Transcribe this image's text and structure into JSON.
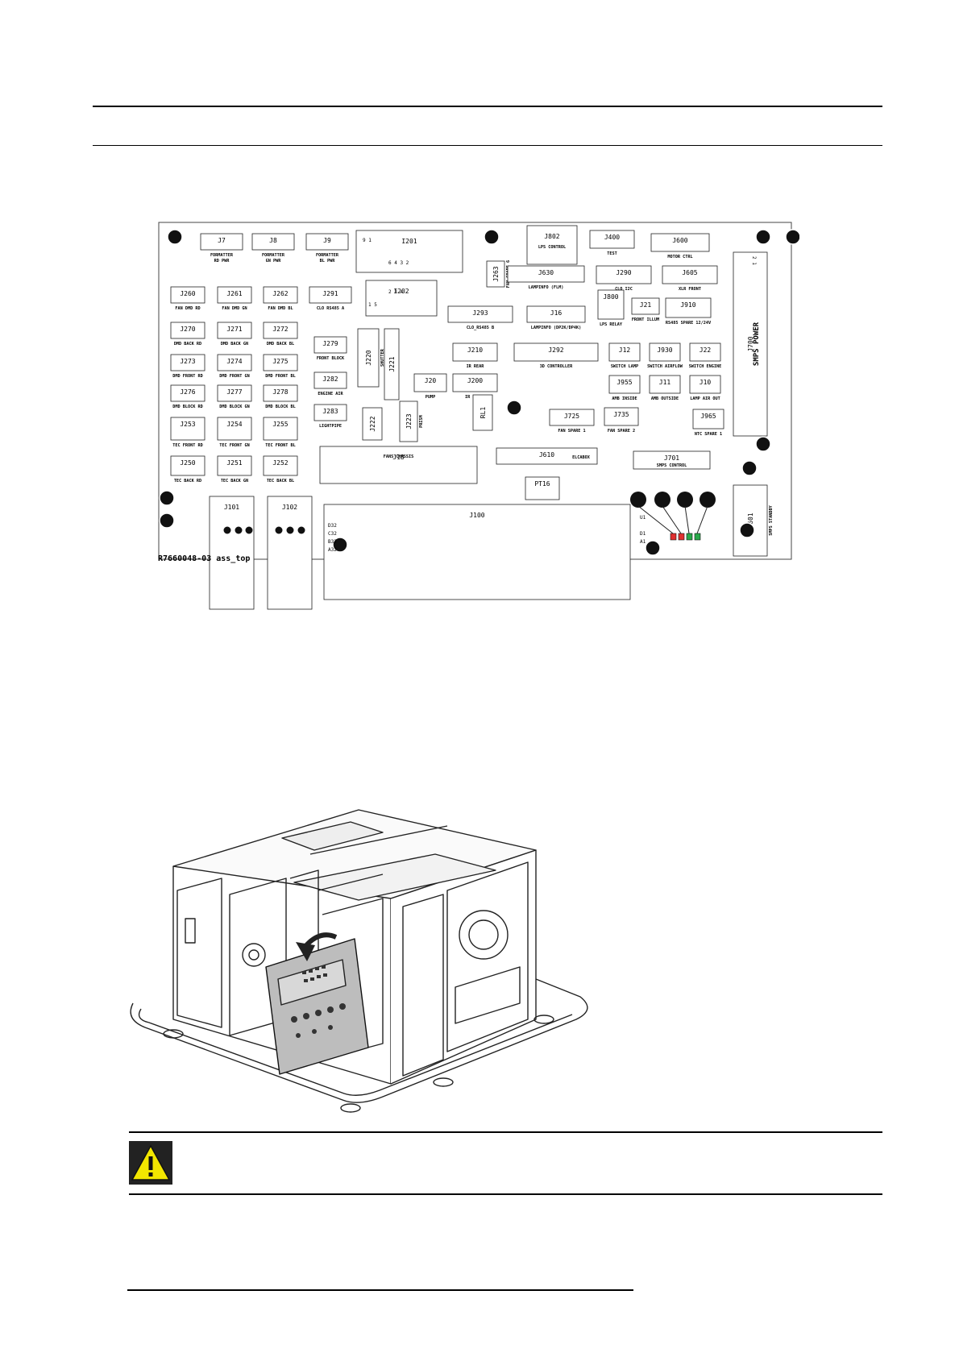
{
  "board": {
    "reference": "R7660048-03 ass_top",
    "connectors": [
      {
        "id": "J7",
        "label1": "FORMATTER",
        "label2": "RD PWR"
      },
      {
        "id": "J8",
        "label1": "FORMATTER",
        "label2": "GN PWR"
      },
      {
        "id": "J9",
        "label1": "FORMATTER",
        "label2": "BL PWR"
      },
      {
        "id": "I201",
        "label1": "",
        "label2": ""
      },
      {
        "id": "J802",
        "label1": "LPS CONTROL",
        "label2": ""
      },
      {
        "id": "J400",
        "label1": "TEST",
        "label2": ""
      },
      {
        "id": "J600",
        "label1": "MOTOR CTRL",
        "label2": ""
      },
      {
        "id": "J260",
        "label1": "FAN DMD RD",
        "label2": ""
      },
      {
        "id": "J261",
        "label1": "FAN DMD GN",
        "label2": ""
      },
      {
        "id": "J262",
        "label1": "FAN DMD BL",
        "label2": ""
      },
      {
        "id": "J291",
        "label1": "CLO RS485 A",
        "label2": ""
      },
      {
        "id": "I202",
        "label1": "",
        "label2": ""
      },
      {
        "id": "J263",
        "label1": "FAN SPARE 6",
        "label2": ""
      },
      {
        "id": "J630",
        "label1": "LAMPINFO (FLM)",
        "label2": ""
      },
      {
        "id": "J290",
        "label1": "CLO I2C",
        "label2": ""
      },
      {
        "id": "J605",
        "label1": "XLR FRONT",
        "label2": ""
      },
      {
        "id": "J700",
        "label1": "SMPS POWER",
        "label2": ""
      },
      {
        "id": "J270",
        "label1": "DMD BACK RD",
        "label2": ""
      },
      {
        "id": "J271",
        "label1": "DMD BACK GN",
        "label2": ""
      },
      {
        "id": "J272",
        "label1": "DMD BACK BL",
        "label2": ""
      },
      {
        "id": "J293",
        "label1": "CLO_RS485 B",
        "label2": ""
      },
      {
        "id": "J16",
        "label1": "LAMPINFO (DP2K/DP4K)",
        "label2": ""
      },
      {
        "id": "J800",
        "label1": "LPS RELAY",
        "label2": ""
      },
      {
        "id": "J21",
        "label1": "FRONT ILLUM",
        "label2": ""
      },
      {
        "id": "J910",
        "label1": "RS485 SPARE 12/24V",
        "label2": ""
      },
      {
        "id": "J273",
        "label1": "DMD FRONT RD",
        "label2": ""
      },
      {
        "id": "J274",
        "label1": "DMD FRONT GN",
        "label2": ""
      },
      {
        "id": "J275",
        "label1": "DMD FRONT BL",
        "label2": ""
      },
      {
        "id": "J279",
        "label1": "FRONT BLOCK",
        "label2": ""
      },
      {
        "id": "J220",
        "label1": "SHUTTER",
        "label2": ""
      },
      {
        "id": "J210",
        "label1": "IR REAR",
        "label2": ""
      },
      {
        "id": "J292",
        "label1": "3D CONTROLLER",
        "label2": ""
      },
      {
        "id": "J12",
        "label1": "SWITCH LAMP",
        "label2": ""
      },
      {
        "id": "J930",
        "label1": "SWITCH AIRFLOW",
        "label2": ""
      },
      {
        "id": "J22",
        "label1": "SWITCH ENGINE",
        "label2": ""
      },
      {
        "id": "J276",
        "label1": "DMD BLOCK RD",
        "label2": ""
      },
      {
        "id": "J277",
        "label1": "DMD BLOCK GN",
        "label2": ""
      },
      {
        "id": "J278",
        "label1": "DMD BLOCK BL",
        "label2": ""
      },
      {
        "id": "J282",
        "label1": "ENGINE AIR",
        "label2": ""
      },
      {
        "id": "J221",
        "label1": "",
        "label2": ""
      },
      {
        "id": "J20",
        "label1": "PUMP",
        "label2": ""
      },
      {
        "id": "J200",
        "label1": "IR FRONT",
        "label2": ""
      },
      {
        "id": "J955",
        "label1": "AMB INSIDE",
        "label2": ""
      },
      {
        "id": "J11",
        "label1": "AMB OUTSIDE",
        "label2": ""
      },
      {
        "id": "J10",
        "label1": "LAMP AIR OUT",
        "label2": ""
      },
      {
        "id": "J253",
        "label1": "TEC FRONT RD",
        "label2": ""
      },
      {
        "id": "J254",
        "label1": "TEC FRONT GN",
        "label2": ""
      },
      {
        "id": "J255",
        "label1": "TEC FRONT BL",
        "label2": ""
      },
      {
        "id": "J283",
        "label1": "LIGHTPIPE",
        "label2": ""
      },
      {
        "id": "J222",
        "label1": "",
        "label2": ""
      },
      {
        "id": "J223",
        "label1": "PRISM",
        "label2": ""
      },
      {
        "id": "RL1",
        "label1": "",
        "label2": ""
      },
      {
        "id": "J725",
        "label1": "FAN SPARE 1",
        "label2": ""
      },
      {
        "id": "J735",
        "label1": "FAN SPARE 2",
        "label2": ""
      },
      {
        "id": "J965",
        "label1": "NTC SPARE 1",
        "label2": ""
      },
      {
        "id": "J18",
        "label1": "FANS CHASSIS",
        "label2": ""
      },
      {
        "id": "J610",
        "label1": "ELCABOX",
        "label2": ""
      },
      {
        "id": "J701",
        "label1": "SMPS CONTROL",
        "label2": ""
      },
      {
        "id": "J250",
        "label1": "TEC BACK RD",
        "label2": ""
      },
      {
        "id": "J251",
        "label1": "TEC BACK GN",
        "label2": ""
      },
      {
        "id": "J252",
        "label1": "TEC BACK BL",
        "label2": ""
      },
      {
        "id": "PT16",
        "label1": "",
        "label2": ""
      },
      {
        "id": "J601",
        "label1": "SMPS STANDBY",
        "label2": ""
      },
      {
        "id": "J101",
        "label1": "",
        "label2": ""
      },
      {
        "id": "J102",
        "label1": "",
        "label2": ""
      },
      {
        "id": "J100",
        "label1": "",
        "label2": ""
      }
    ],
    "small_marks": {
      "d32": "D32",
      "c32": "C32",
      "b32": "B32",
      "a32": "A32",
      "u1": "U1",
      "d1": "D1",
      "a1": "A1",
      "pins_i201": "9   1",
      "pins_i201b": "6 4 3 2",
      "pins_i202": "2  3  4",
      "pins_i202b": "1          5",
      "j700_pins": "2      1"
    },
    "led_colors": [
      "#e03030",
      "#e03030",
      "#2aa84a",
      "#2aa84a"
    ]
  }
}
